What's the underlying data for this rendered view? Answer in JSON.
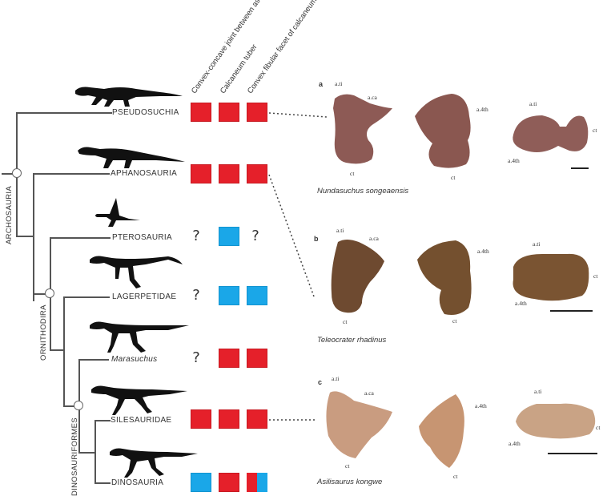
{
  "figure": {
    "column_headers": [
      "Convex-concave joint between astragalus and calcaneum",
      "Calcaneum tuber",
      "Convex fibular facet of calcaneum"
    ],
    "clades": {
      "archosauria": "ARCHOSAURIA",
      "ornithodira": "ORNITHODIRA",
      "dinosauriformes": "DINOSAURIFORMES"
    },
    "taxa": [
      {
        "name": "PSEUDOSUCHIA",
        "states": [
          "red",
          "red",
          "red"
        ]
      },
      {
        "name": "APHANOSAURIA",
        "states": [
          "red",
          "red",
          "red"
        ]
      },
      {
        "name": "PTEROSAURIA",
        "states": [
          "?",
          "blue",
          "?"
        ]
      },
      {
        "name": "LAGERPETIDAE",
        "states": [
          "?",
          "blue",
          "blue"
        ]
      },
      {
        "name": "Marasuchus",
        "states": [
          "?",
          "red",
          "red"
        ]
      },
      {
        "name": "SILESAURIDAE",
        "states": [
          "red",
          "red",
          "red"
        ]
      },
      {
        "name": "DINOSAURIA",
        "states": [
          "blue",
          "red",
          "red/blue"
        ]
      }
    ],
    "colors": {
      "plesiomorphic": "#e5202a",
      "derived": "#1aa7e8"
    },
    "panels": [
      {
        "letter": "a",
        "species": "Nundasuchus songeaensis",
        "labels": {
          "v1_top": "a.ti",
          "v1_right": "a.ca",
          "v1_bottom": "ct",
          "v2_right": "a.4th",
          "v2_bottom": "ct",
          "v3_top": "a.ti",
          "v3_right": "ct",
          "v3_left": "a.4th"
        }
      },
      {
        "letter": "b",
        "species": "Teleocrater rhadinus",
        "labels": {
          "v1_top": "a.ti",
          "v1_right": "a.ca",
          "v1_bottom": "ct",
          "v2_right": "a.4th",
          "v2_bottom": "ct",
          "v3_top": "a.ti",
          "v3_right": "ct",
          "v3_left": "a.4th"
        }
      },
      {
        "letter": "c",
        "species": "Asilisaurus kongwe",
        "labels": {
          "v1_top": "a.ti",
          "v1_right": "a.ca",
          "v1_bottom": "ct",
          "v2_right": "a.4th",
          "v2_bottom": "ct",
          "v3_top": "a.ti",
          "v3_right": "ct",
          "v3_left": "a.4th"
        }
      }
    ]
  }
}
